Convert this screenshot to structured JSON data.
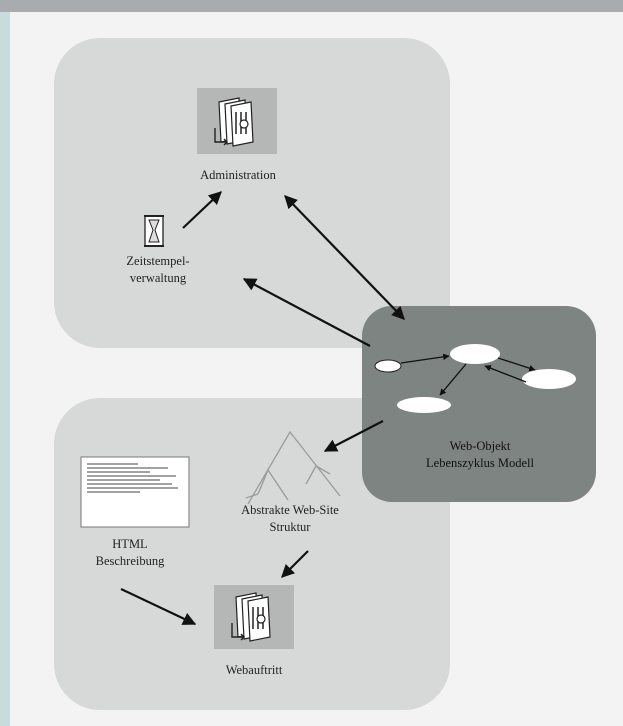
{
  "nodes": {
    "administration": "Administration",
    "zeitstempel_line1": "Zeitstempel-",
    "zeitstempel_line2": "verwaltung",
    "model_line1": "Web-Objekt",
    "model_line2": "Lebenszyklus Modell",
    "abstrakt_line1": "Abstrakte Web-Site",
    "abstrakt_line2": "Struktur",
    "html_line1": "HTML",
    "html_line2": "Beschreibung",
    "webauftritt": "Webauftritt"
  },
  "icons": {
    "server_top": "server-stack-icon",
    "hourglass": "hourglass-icon",
    "server_bottom": "server-stack-icon",
    "tree": "tree-structure-icon",
    "document": "html-document-icon"
  },
  "colors": {
    "background": "#f3f3f3",
    "panel": "#d7d8d8",
    "model_panel": "#7e8482",
    "arrow": "#111111"
  }
}
